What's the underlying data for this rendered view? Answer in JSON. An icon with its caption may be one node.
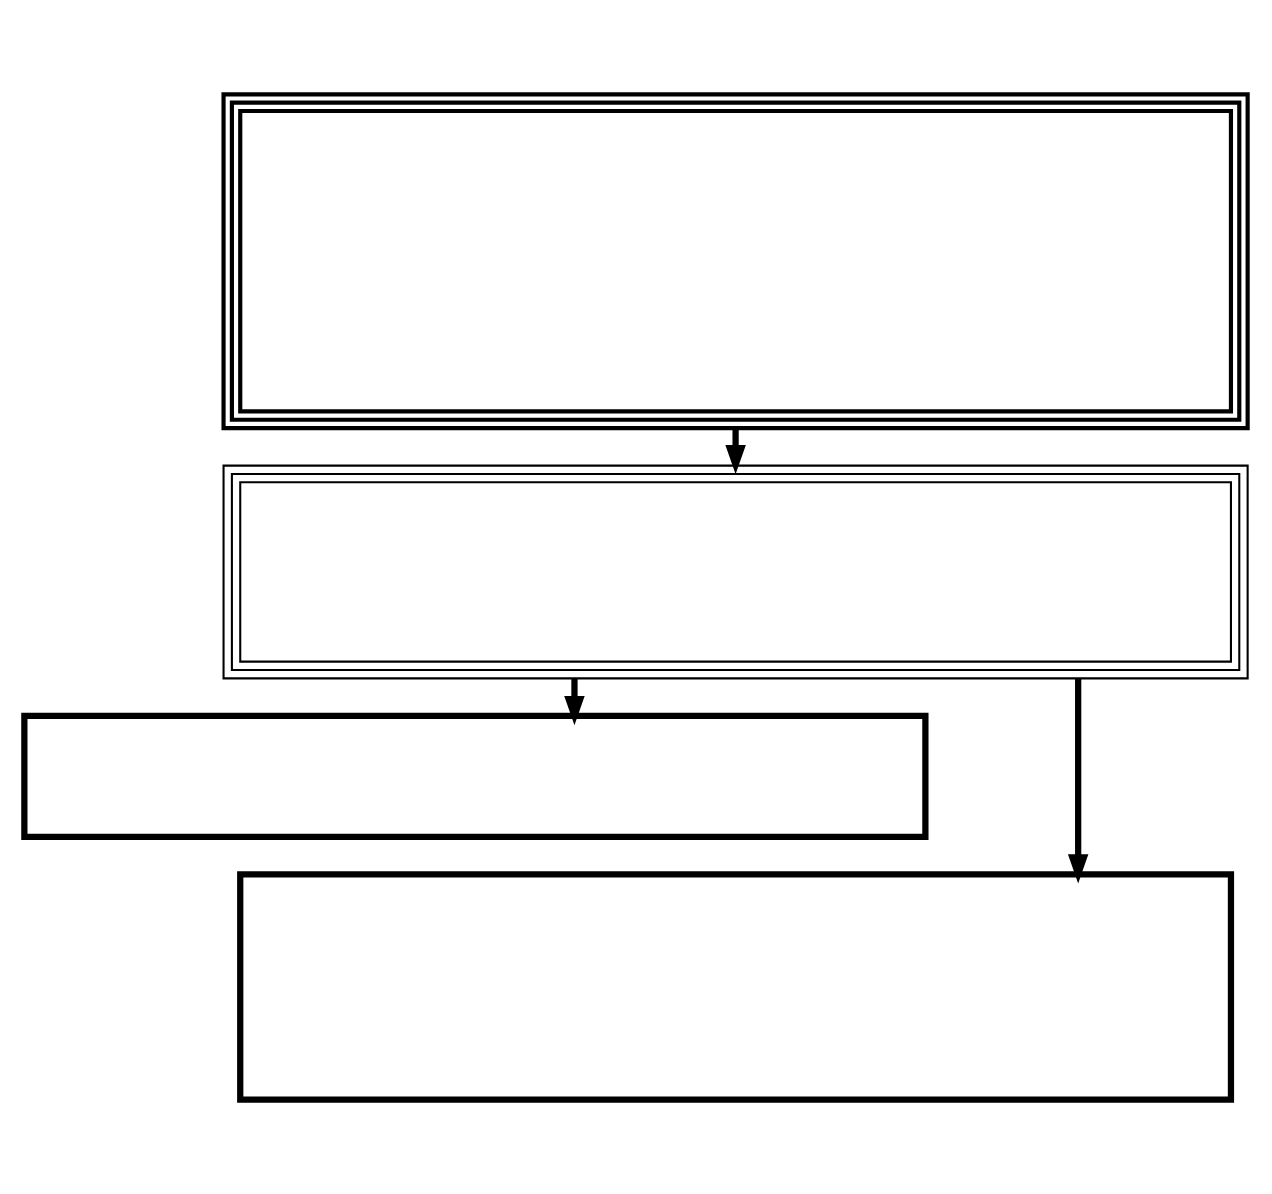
{
  "diagram": {
    "nodes": [
      {
        "text": [],
        "shape": "box"
      },
      {
        "text": [],
        "shape": "box"
      },
      {
        "text": [],
        "shape": "box"
      },
      {
        "text": [],
        "shape": "box"
      }
    ],
    "edges": [
      {
        "from": 0,
        "to": 1,
        "arrow": "to"
      },
      {
        "from": 1,
        "to": 2,
        "arrow": "to"
      },
      {
        "from": 1,
        "to": 3,
        "arrow": "to"
      }
    ]
  }
}
